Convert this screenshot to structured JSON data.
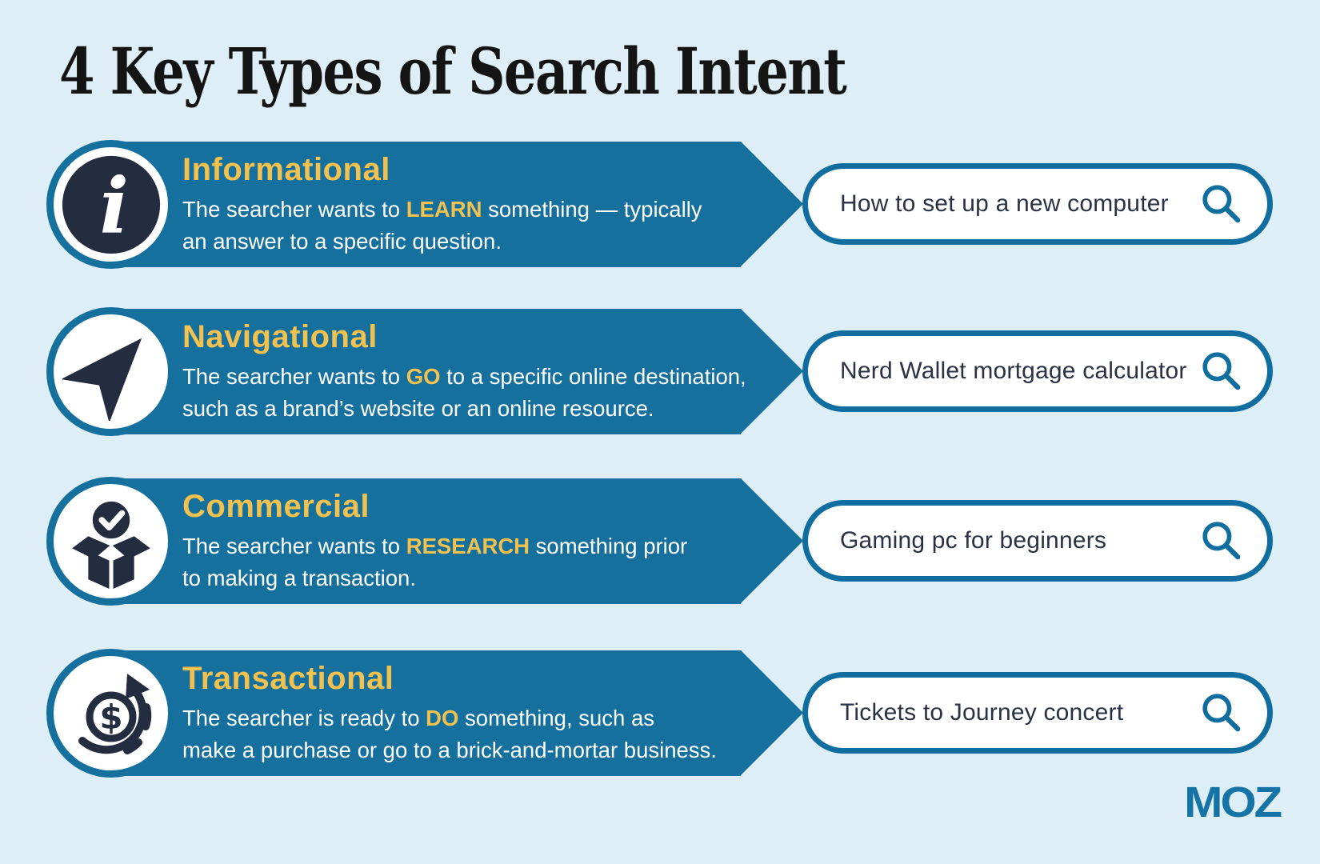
{
  "page": {
    "title": "4 Key Types of Search Intent",
    "background_color": "#DEEEF6"
  },
  "colors": {
    "banner_blue": "#16709E",
    "accent_yellow": "#F2C14E",
    "icon_navy": "#242D3F",
    "pill_border_blue": "#0F6E9F",
    "pill_text_navy": "#2A3245"
  },
  "rows": [
    {
      "icon": "info-icon",
      "title": "Informational",
      "desc_pre": "The searcher wants to ",
      "desc_highlight": "LEARN",
      "desc_post": " something — typically\nan answer to a specific question.",
      "query": "How to set up a new computer"
    },
    {
      "icon": "navigation-arrow-icon",
      "title": "Navigational",
      "desc_pre": "The searcher wants to ",
      "desc_highlight": "GO",
      "desc_post": " to a specific online destination,\nsuch as a brand’s website or an online resource.",
      "query": "Nerd Wallet mortgage calculator"
    },
    {
      "icon": "box-check-icon",
      "title": "Commercial",
      "desc_pre": "The searcher wants to ",
      "desc_highlight": "RESEARCH",
      "desc_post": " something prior\nto making a transaction.",
      "query": "Gaming pc for beginners"
    },
    {
      "icon": "dollar-cycle-icon",
      "title": "Transactional",
      "desc_pre": "The searcher is ready to ",
      "desc_highlight": "DO",
      "desc_post": " something, such as\nmake a purchase or go to a brick-and-mortar business.",
      "query": "Tickets to Journey concert"
    }
  ],
  "search_icon": "magnifier-icon",
  "brand": {
    "logo_text": "MOZ"
  }
}
